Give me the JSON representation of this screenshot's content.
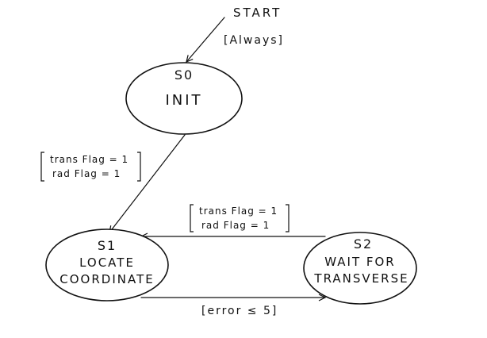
{
  "start": {
    "label": "START",
    "guard": "[Always]"
  },
  "states": {
    "s0": {
      "id": "S0",
      "name": "INIT"
    },
    "s1": {
      "id": "S1",
      "name_line1": "LOCATE",
      "name_line2": "COORDINATE"
    },
    "s2": {
      "id": "S2",
      "name_line1": "WAIT FOR",
      "name_line2": "TRANSVERSE"
    }
  },
  "transitions": {
    "s0_to_s1": {
      "cond1": "trans Flag = 1",
      "cond2": "rad Flag = 1"
    },
    "s2_to_s1": {
      "cond1": "trans Flag = 1",
      "cond2": "rad Flag = 1"
    },
    "s1_to_s2": {
      "guard": "[error ≤ 5]"
    }
  }
}
